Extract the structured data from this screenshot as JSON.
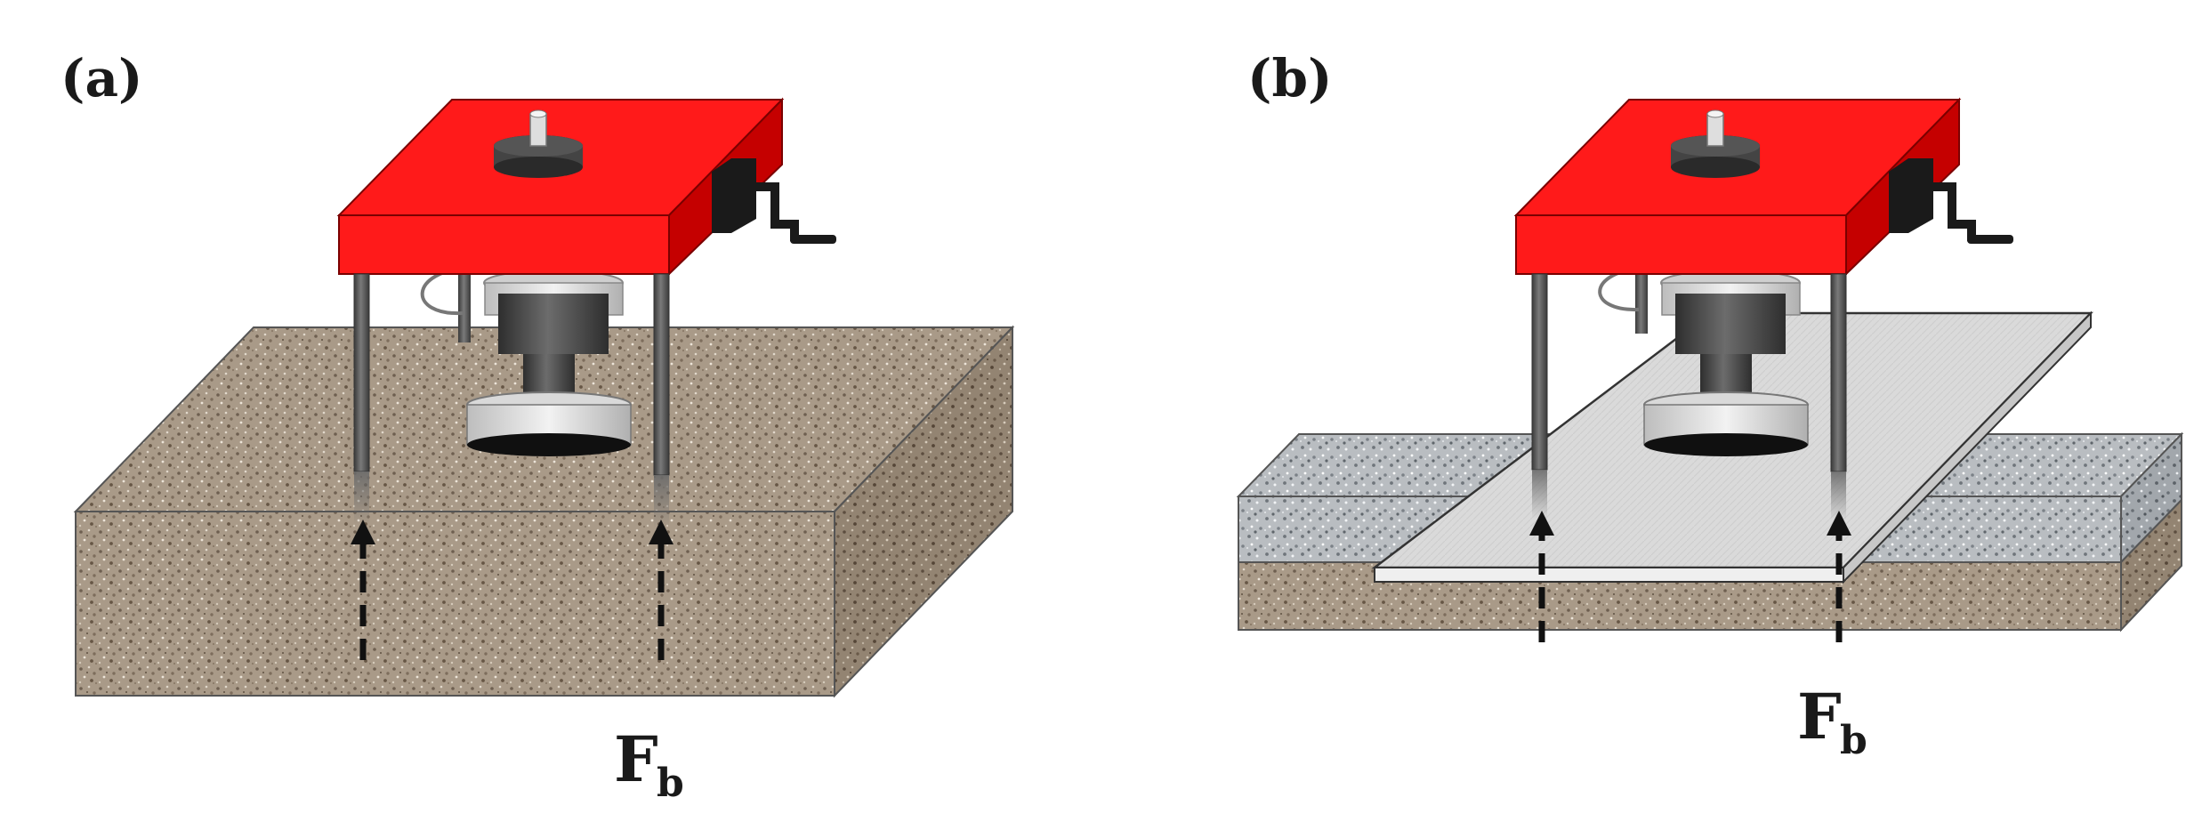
{
  "panels": [
    {
      "label": "(a)",
      "force_label": "F",
      "force_subscript": "b",
      "surface": "soil"
    },
    {
      "label": "(b)",
      "force_label": "F",
      "force_subscript": "b",
      "surface": "plate-on-layers"
    }
  ],
  "colors": {
    "frame_red": "#ff1a1a",
    "frame_red_dark": "#c50000",
    "soil": "#a99a88",
    "gravel": "#b8bcbf",
    "plate": "#dcdcdc",
    "steel": "#4a4a4a"
  },
  "icons": {
    "crank": "crank-handle-icon",
    "arrow": "dashed-up-arrow-icon"
  }
}
